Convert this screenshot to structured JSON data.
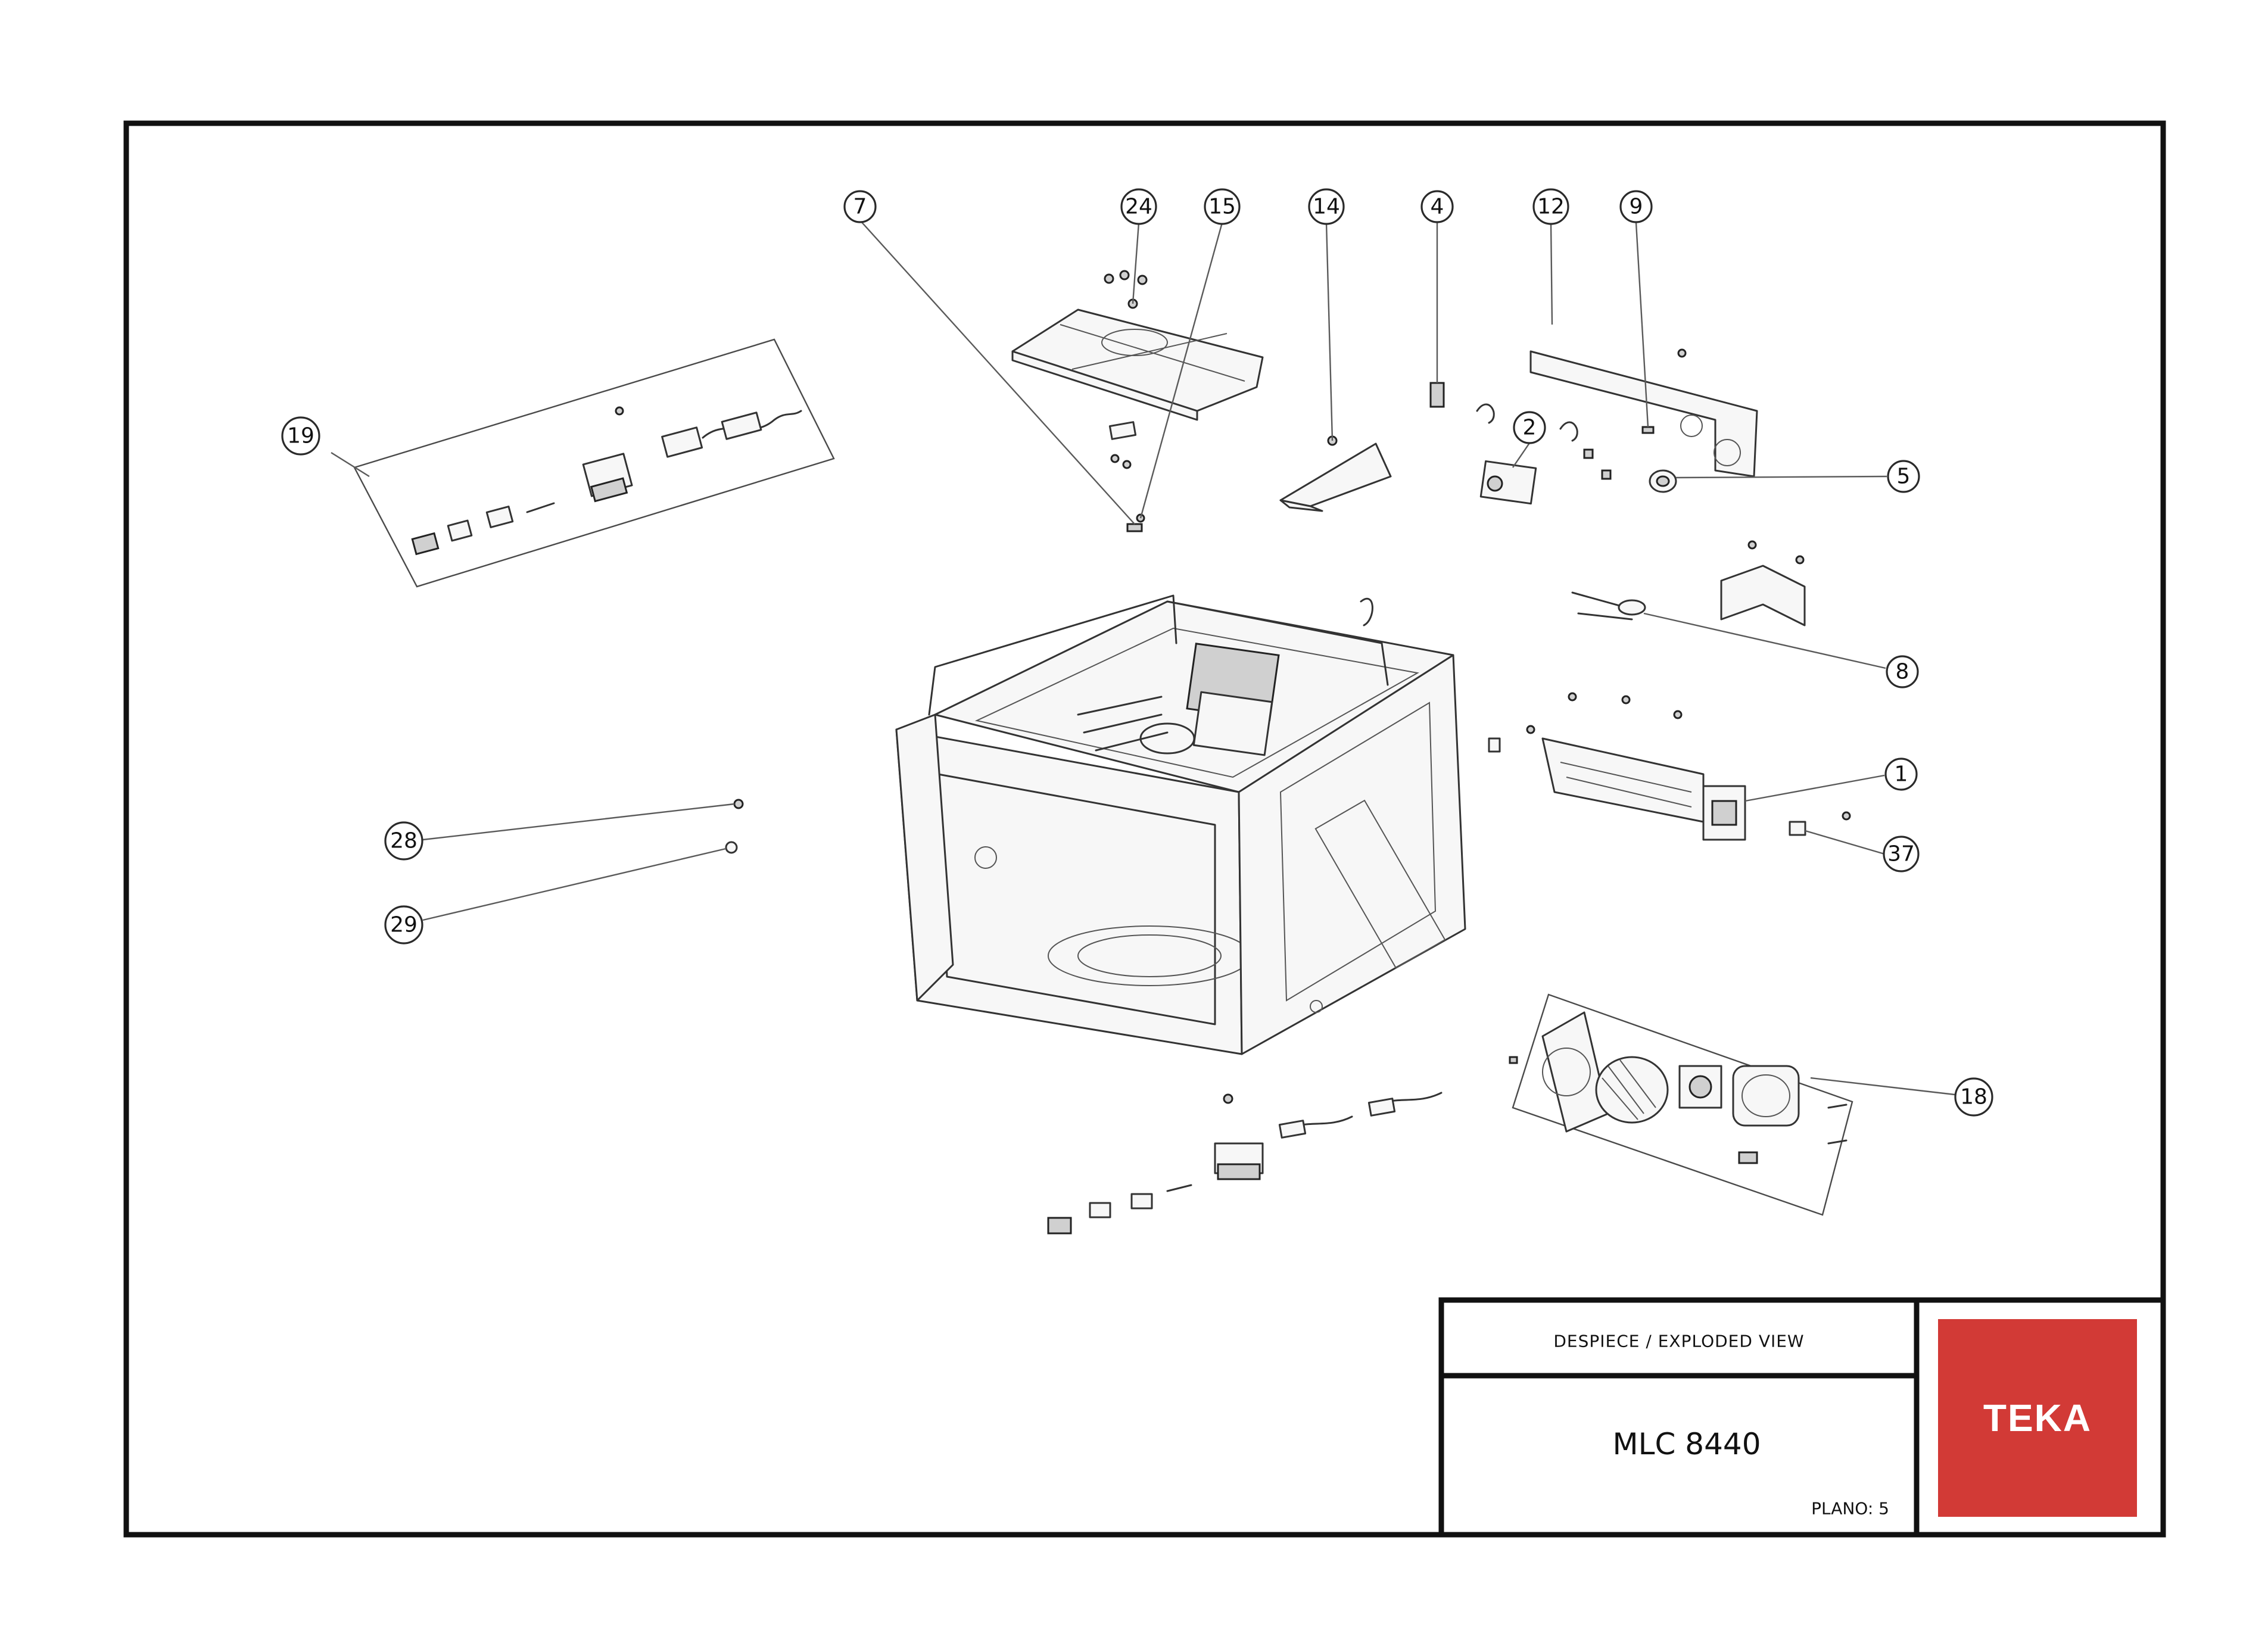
{
  "title_block": {
    "header": "DESPIECE / EXPLODED VIEW",
    "model": "MLC 8440",
    "sheet": "PLANO: 5",
    "brand": "TEKA",
    "brand_color": "#d23a36"
  },
  "callouts": {
    "c7": "7",
    "c24": "24",
    "c15": "15",
    "c14": "14",
    "c4": "4",
    "c12": "12",
    "c9": "9",
    "c2": "2",
    "c5": "5",
    "c19": "19",
    "c8": "8",
    "c1": "1",
    "c37": "37",
    "c28": "28",
    "c29": "29",
    "c18": "18"
  }
}
